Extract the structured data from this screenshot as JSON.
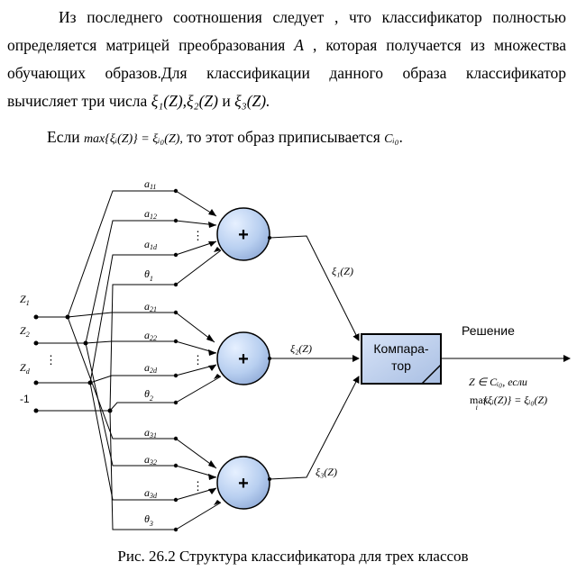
{
  "text": {
    "p1_l1": "Из последнего соотношения следует , что классификатор полностью",
    "p1_l2a": "определяется матрицей преобразования",
    "p1_l2_A": "A",
    "p1_l2b": ", которая получается из множества",
    "p1_l3": "обучающих образов.Для классификации данного образа классификатор",
    "p1_l4a": "вычисляет три числа",
    "p1_l4_x1": "ξ₁(Z),ξ₂(Z)",
    "p1_l4_and": "и",
    "p1_l4_x3": "ξ₃(Z).",
    "p2a": "Если",
    "p2_formula": "max{ξᵢ(Z)} = ξᵢ₀(Z),",
    "p2b": "то этот образ приписывается",
    "p2_class": "Cᵢ₀",
    "p2_end": "."
  },
  "diagram": {
    "inputs": {
      "z1": "Z",
      "z1_sub": "1",
      "z2": "Z",
      "z2_sub": "2",
      "zd": "Z",
      "zd_sub": "d",
      "dots": "⋮",
      "minus1": "-1"
    },
    "weights": {
      "g1": [
        "a",
        "11",
        "a",
        "12",
        "a",
        "1d",
        "θ",
        "1"
      ],
      "g2": [
        "a",
        "21",
        "a",
        "22",
        "a",
        "2d",
        "θ",
        "2"
      ],
      "g3": [
        "a",
        "31",
        "a",
        "32",
        "a",
        "3d",
        "θ",
        "3"
      ]
    },
    "adder_symbol": "+",
    "xi": {
      "x1": "ξ₁(Z)",
      "x2": "ξ₂(Z)",
      "x3": "ξ₃(Z)"
    },
    "comparator_l1": "Компара-",
    "comparator_l2": "тор",
    "decision": "Решение",
    "cond1": "Z ∈ Cᵢ₀, если",
    "cond2_max": "max",
    "cond2_sub": "i",
    "cond2_rest": "{ξᵢ(Z)} = ξᵢ₀(Z)"
  },
  "caption": "Рис. 26.2 Структура классификатора для трех классов"
}
